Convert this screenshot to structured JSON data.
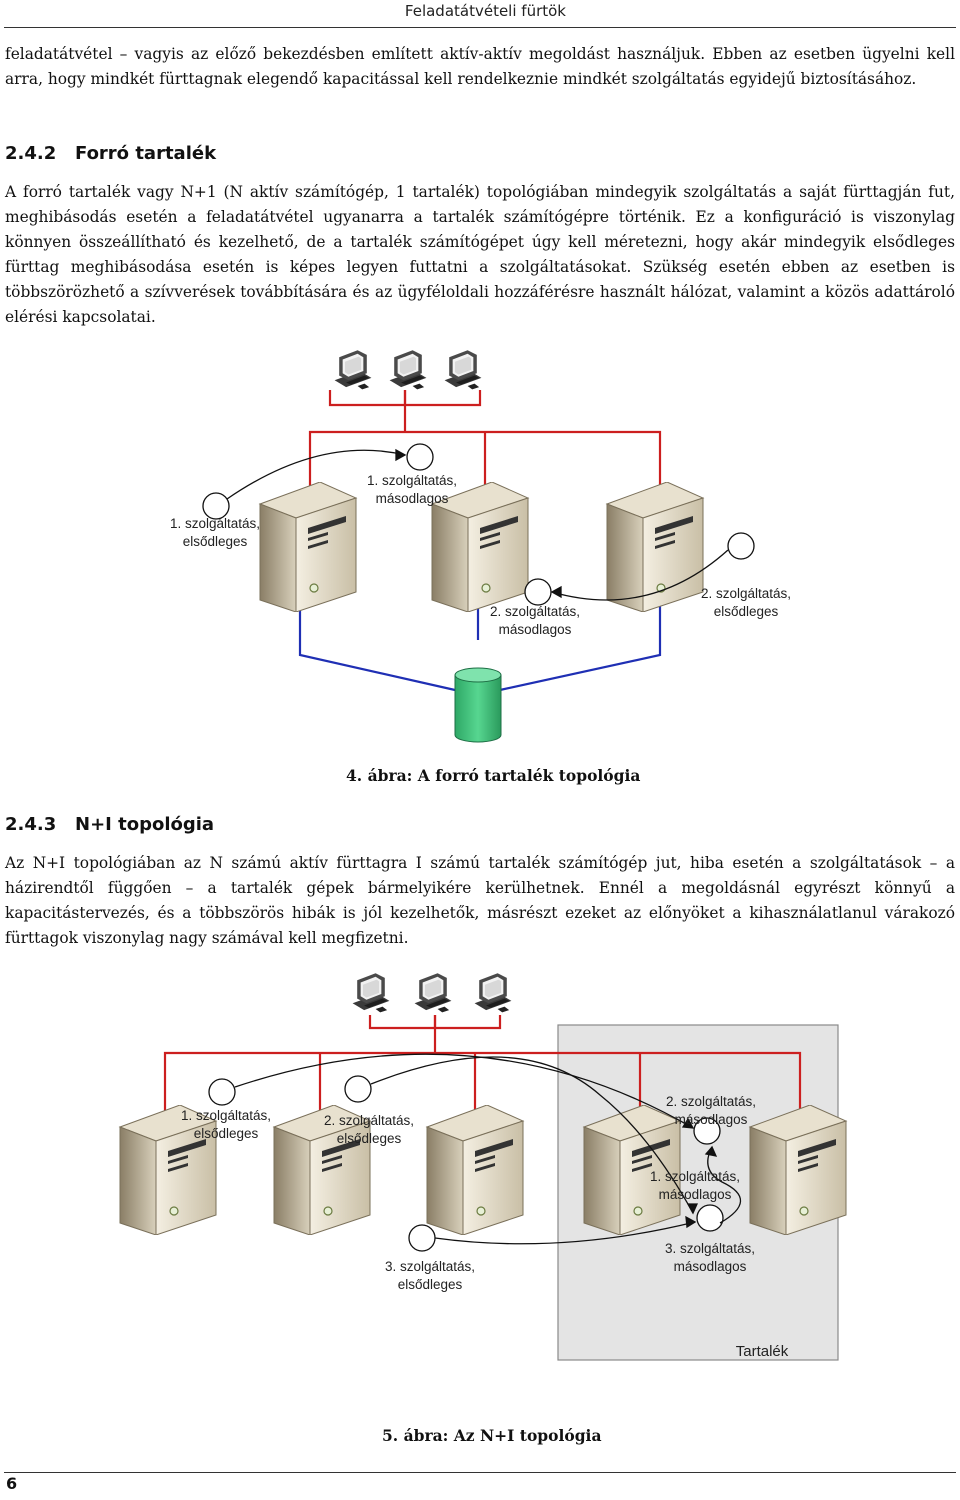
{
  "header": {
    "running_title": "Feladatátvételi fürtök"
  },
  "intro_paragraph": "feladatátvétel – vagyis az előző bekezdésben említett aktív-aktív megoldást használjuk. Ebben az esetben ügyelni kell arra, hogy mindkét fürttagnak elegendő kapacitással kell rendelkeznie mindkét szolgáltatás egyidejű biztosításához.",
  "section_242": {
    "number": "2.4.2",
    "title": "Forró tartalék",
    "paragraph": "A forró tartalék vagy N+1 (N aktív számítógép, 1 tartalék) topológiában mindegyik szolgáltatás a saját fürttagján fut, meghibásodás esetén a feladatátvétel ugyanarra a tartalék számítógépre történik. Ez a konfiguráció is viszonylag könnyen összeállítható és kezelhető, de a tartalék számítógépet úgy kell méretezni, hogy akár mindegyik elsődleges fürttag meghibásodása esetén is képes legyen futtatni a szolgáltatásokat. Szükség esetén ebben az esetben is többszörözhető a szívverések továbbítására és az ügyféloldali hozzáférésre használt hálózat, valamint a közös adattároló elérési kapcsolatai."
  },
  "figure4": {
    "caption": "4. ábra: A forró tartalék topológia",
    "labels": {
      "s1_primary_l1": "1. szolgáltatás,",
      "s1_primary_l2": "elsődleges",
      "s1_secondary_l1": "1. szolgáltatás,",
      "s1_secondary_l2": "másodlagos",
      "s2_secondary_l1": "2. szolgáltatás,",
      "s2_secondary_l2": "másodlagos",
      "s2_primary_l1": "2. szolgáltatás,",
      "s2_primary_l2": "elsődleges"
    }
  },
  "section_243": {
    "number": "2.4.3",
    "title": "N+I topológia",
    "paragraph": "Az N+I topológiában az N számú aktív fürttagra I számú tartalék számítógép jut, hiba esetén a szolgáltatások – a házirendtől függően – a tartalék gépek bármelyikére kerülhetnek. Ennél a megoldásnál egyrészt könnyű a kapacitástervezés, és a többszörös hibák is jól kezelhetők, másrészt ezeket az előnyöket a kihasználatlanul várakozó fürttagok viszonylag nagy számával kell megfizetni."
  },
  "figure5": {
    "caption": "5. ábra: Az N+I topológia",
    "labels": {
      "s1_primary_l1": "1. szolgáltatás,",
      "s1_primary_l2": "elsődleges",
      "s2_primary_l1": "2. szolgáltatás,",
      "s2_primary_l2": "elsődleges",
      "s3_primary_l1": "3. szolgáltatás,",
      "s3_primary_l2": "elsődleges",
      "s2_secondary_l1": "2. szolgáltatás,",
      "s2_secondary_l2": "másodlagos",
      "s1_secondary_l1": "1. szolgáltatás,",
      "s1_secondary_l2": "másodlagos",
      "s3_secondary_l1": "3. szolgáltatás,",
      "s3_secondary_l2": "másodlagos",
      "reserve": "Tartalék"
    }
  },
  "footer": {
    "page_number": "6"
  },
  "colors": {
    "network_red": "#cc1f1f",
    "storage_blue": "#1f2fb4",
    "storage_green": "#39c27a",
    "reserve_area": "#e4e4e4"
  }
}
